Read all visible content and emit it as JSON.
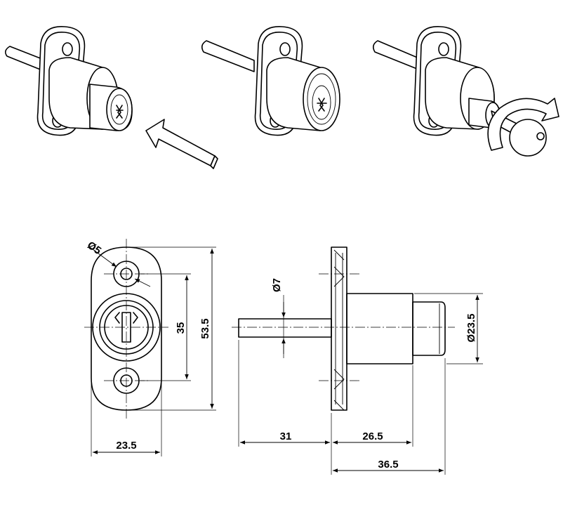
{
  "dimensions": {
    "hole_diameter": "Ø5",
    "bolt_diameter": "Ø7",
    "cylinder_diameter": "Ø23.5",
    "hole_spacing": "35",
    "plate_height": "53.5",
    "plate_width": "23.5",
    "bolt_length": "31",
    "body_length": "26.5",
    "total_length": "36.5"
  },
  "steps": [
    {
      "state": "unlocked-cylinder-out"
    },
    {
      "state": "pushed-in-locked"
    },
    {
      "state": "key-turned-release"
    }
  ]
}
